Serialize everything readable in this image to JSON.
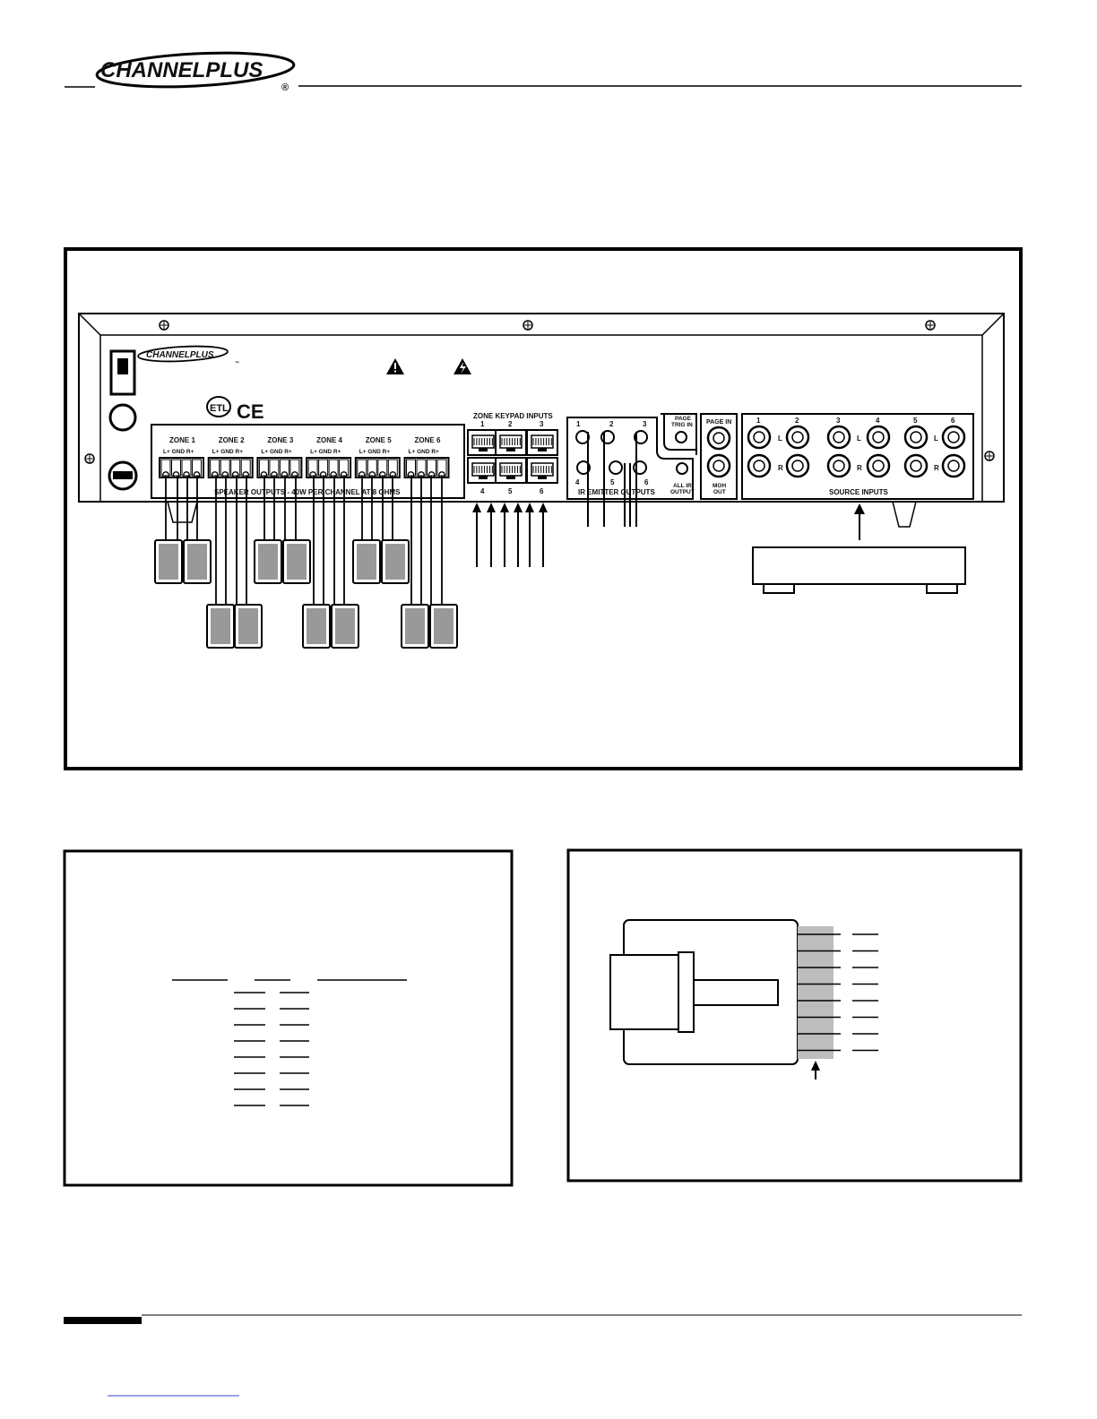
{
  "header": {
    "logo_text": "CHANNELPLUS",
    "logo_registered": "®"
  },
  "panel": {
    "logo_text": "CHANNELPLUS",
    "logo_tm": "™",
    "cert_etl": "ETL",
    "cert_ce": "CE",
    "zones": [
      {
        "title": "ZONE 1",
        "terminals": "L+  GND  R+"
      },
      {
        "title": "ZONE 2",
        "terminals": "L+  GND  R+"
      },
      {
        "title": "ZONE 3",
        "terminals": "L+  GND  R+"
      },
      {
        "title": "ZONE 4",
        "terminals": "L+  GND  R+"
      },
      {
        "title": "ZONE 5",
        "terminals": "L+  GND  R+"
      },
      {
        "title": "ZONE 6",
        "terminals": "L+  GND  R+"
      }
    ],
    "speaker_outputs_label": "SPEAKER OUTPUTS - 40W PER CHANNEL AT 8 OHMS",
    "keypad_title": "ZONE KEYPAD INPUTS",
    "keypad_top_numbers": [
      "1",
      "2",
      "3"
    ],
    "keypad_bottom_numbers": [
      "4",
      "5",
      "6"
    ],
    "ir_top_numbers": [
      "1",
      "2",
      "3"
    ],
    "ir_bottom_numbers": [
      "4",
      "5",
      "6"
    ],
    "ir_label": "IR EMITTER OUTPUTS",
    "page_trig_label_1": "PAGE",
    "page_trig_label_2": "TRIG IN",
    "all_ir_label_1": "ALL IR",
    "all_ir_label_2": "OUTPUT",
    "page_in_label": "PAGE IN",
    "moh_label_1": "MOH",
    "moh_label_2": "OUT",
    "source_numbers": [
      "1",
      "2",
      "3",
      "4",
      "5",
      "6"
    ],
    "source_left": "L",
    "source_right": "R",
    "source_label": "SOURCE INPUTS"
  }
}
